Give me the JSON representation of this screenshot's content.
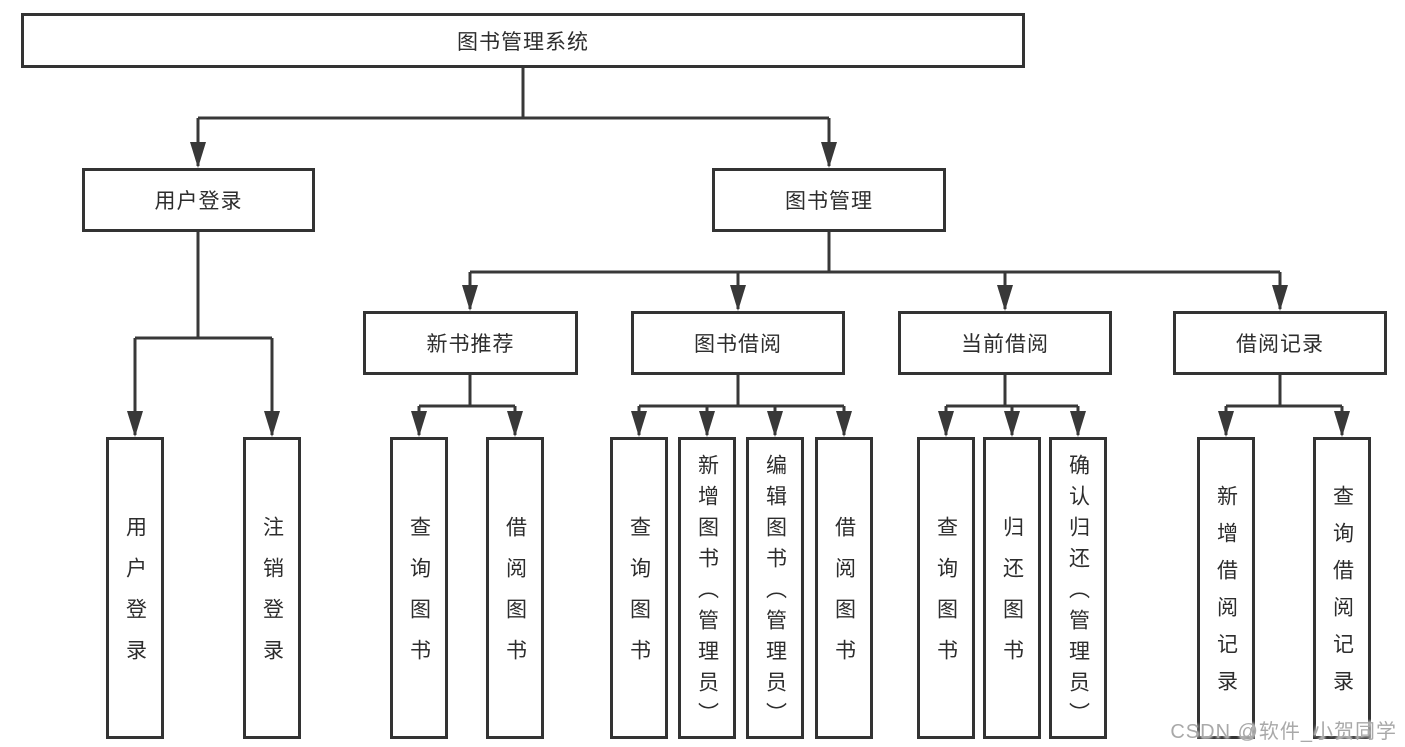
{
  "tree": {
    "label": "图书管理系统",
    "children": [
      {
        "label": "用户登录",
        "children": [
          {
            "label": "用户登录"
          },
          {
            "label": "注销登录"
          }
        ]
      },
      {
        "label": "图书管理",
        "children": [
          {
            "label": "新书推荐",
            "children": [
              {
                "label": "查询图书"
              },
              {
                "label": "借阅图书"
              }
            ]
          },
          {
            "label": "图书借阅",
            "children": [
              {
                "label": "查询图书"
              },
              {
                "label": "新增图书（管理员）"
              },
              {
                "label": "编辑图书（管理员）"
              },
              {
                "label": "借阅图书"
              }
            ]
          },
          {
            "label": "当前借阅",
            "children": [
              {
                "label": "查询图书"
              },
              {
                "label": "归还图书"
              },
              {
                "label": "确认归还（管理员）"
              }
            ]
          },
          {
            "label": "借阅记录",
            "children": [
              {
                "label": "新增借阅记录"
              },
              {
                "label": "查询借阅记录"
              }
            ]
          }
        ]
      }
    ]
  },
  "watermark": {
    "text": "CSDN @软件_小贺同学"
  },
  "colors": {
    "line": "#383838",
    "border": "#333333",
    "text": "#2d2d2d",
    "watermark": "#a9a9a9",
    "background": "#ffffff"
  }
}
